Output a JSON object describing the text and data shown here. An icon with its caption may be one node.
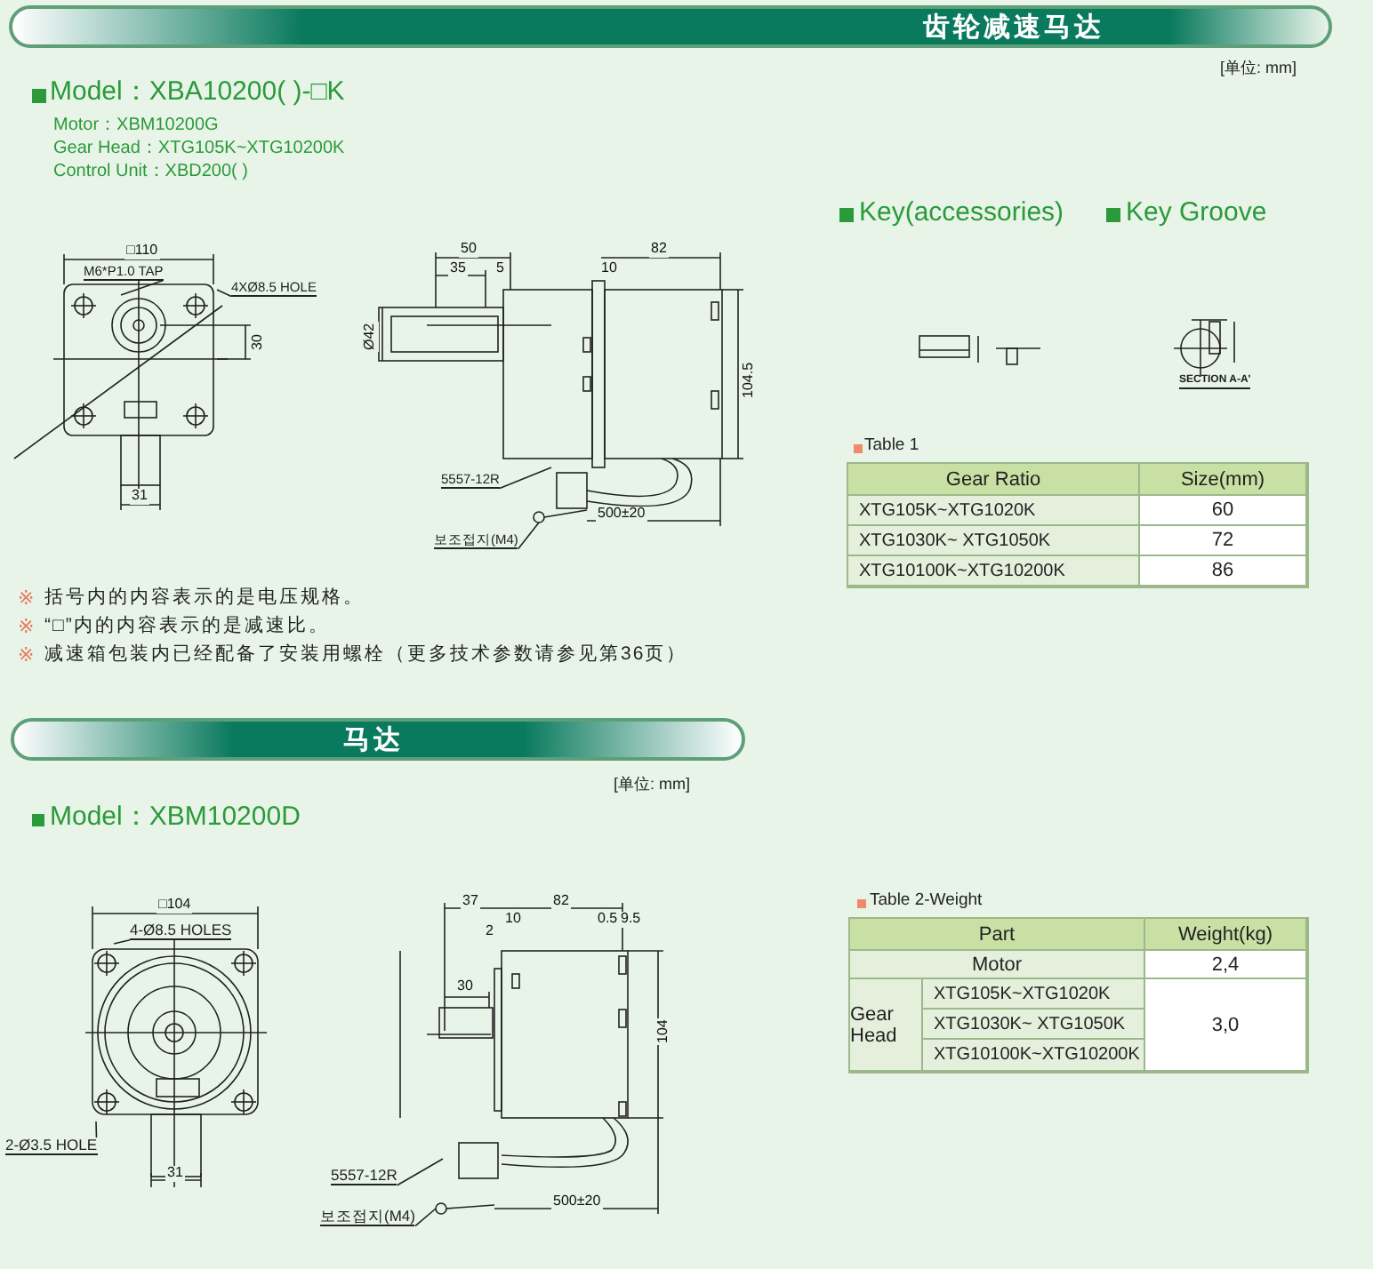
{
  "diagram": {
    "nodes": [
      {
        "text": [
          "齿轮减速马达"
        ]
      },
      {
        "text": [
          "M6*P1.0 TAP"
        ]
      },
      {
        "text": [
          "4XØ8.5 HOLE"
        ]
      },
      {
        "text": [
          "5557-12R"
        ]
      },
      {
        "text": [
          "보조접지(M4)"
        ]
      },
      {
        "text": [
          "马达"
        ]
      },
      {
        "text": [
          "4-Ø8.5 HOLES"
        ]
      },
      {
        "text": [
          "2-Ø3.5 HOLE"
        ]
      },
      {
        "text": [
          "5557-12R"
        ]
      },
      {
        "text": [
          "보조접지(M4)"
        ]
      },
      {
        "text": [],
        "shape": "circle"
      },
      {
        "text": [],
        "shape": "circle"
      }
    ],
    "edges": [
      {
        "from": 1,
        "to": null,
        "arrow": "none"
      },
      {
        "from": 2,
        "to": null,
        "arrow": "none"
      },
      {
        "from": 3,
        "to": null,
        "arrow": "none"
      },
      {
        "from": 4,
        "to": 10,
        "arrow": "none"
      },
      {
        "from": 6,
        "to": null,
        "arrow": "none"
      },
      {
        "from": 7,
        "to": null,
        "arrow": "none"
      },
      {
        "from": 8,
        "to": null,
        "arrow": "none"
      },
      {
        "from": 9,
        "to": 11,
        "arrow": "none"
      }
    ],
    "labels": [
      "[单位: mm]",
      "Model：XBA10200( )-□K",
      "Motor：XBM10200G",
      "Gear Head：XTG105K~XTG10200K",
      "Control Unit：XBD200( )",
      "□110",
      "30",
      "31",
      "50",
      "82",
      "35",
      "5",
      "10",
      "Ø42",
      "104.5",
      "500±20",
      "Key(accessories)",
      "Key Groove",
      "SECTION A-A'",
      "Table 1",
      "Gear Ratio",
      "Size(mm)",
      "XTG105K~XTG1020K",
      "60",
      "XTG1030K~ XTG1050K",
      "72",
      "XTG10100K~XTG10200K",
      "86",
      "※",
      "括号内的内容表示的是电压规格。",
      "※",
      "“□”内的内容表示的是减速比。",
      "※",
      "减速箱包装内已经配备了安装用螺栓（更多技术参数请参见第36页）",
      "[单位: mm]",
      "Model：XBM10200D",
      "□104",
      "31",
      "37",
      "82",
      "10",
      "2",
      "0.5",
      "9.5",
      "30",
      "104",
      "500±20",
      "Table 2-Weight",
      "Part",
      "Weight(kg)",
      "Motor",
      "2,4",
      "Gear Head",
      "XTG105K~XTG1020K",
      "XTG1030K~ XTG1050K",
      "3,0",
      "XTG10100K~XTG10200K"
    ]
  }
}
